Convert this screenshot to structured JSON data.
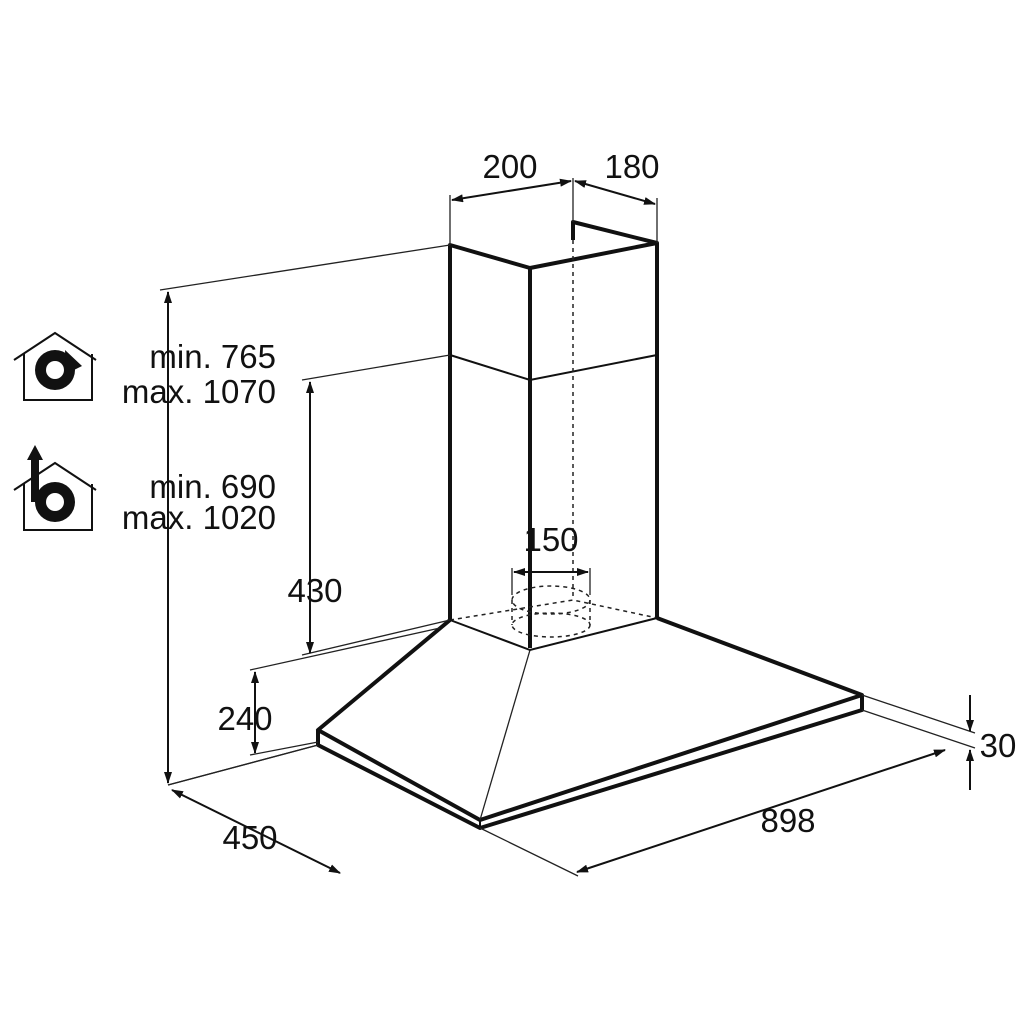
{
  "diagram": {
    "chimney_width": "200",
    "chimney_depth": "180",
    "outlet_diameter": "150",
    "chimney_upper_height": "430",
    "canopy_height": "240",
    "hood_depth": "450",
    "hood_width": "898",
    "edge_thickness": "30",
    "recirculation": {
      "icon": "recirculation-house-icon",
      "min": "min. 765",
      "max": "max. 1070"
    },
    "extraction": {
      "icon": "extraction-house-icon",
      "min": "min. 690",
      "max": "max. 1020"
    }
  }
}
